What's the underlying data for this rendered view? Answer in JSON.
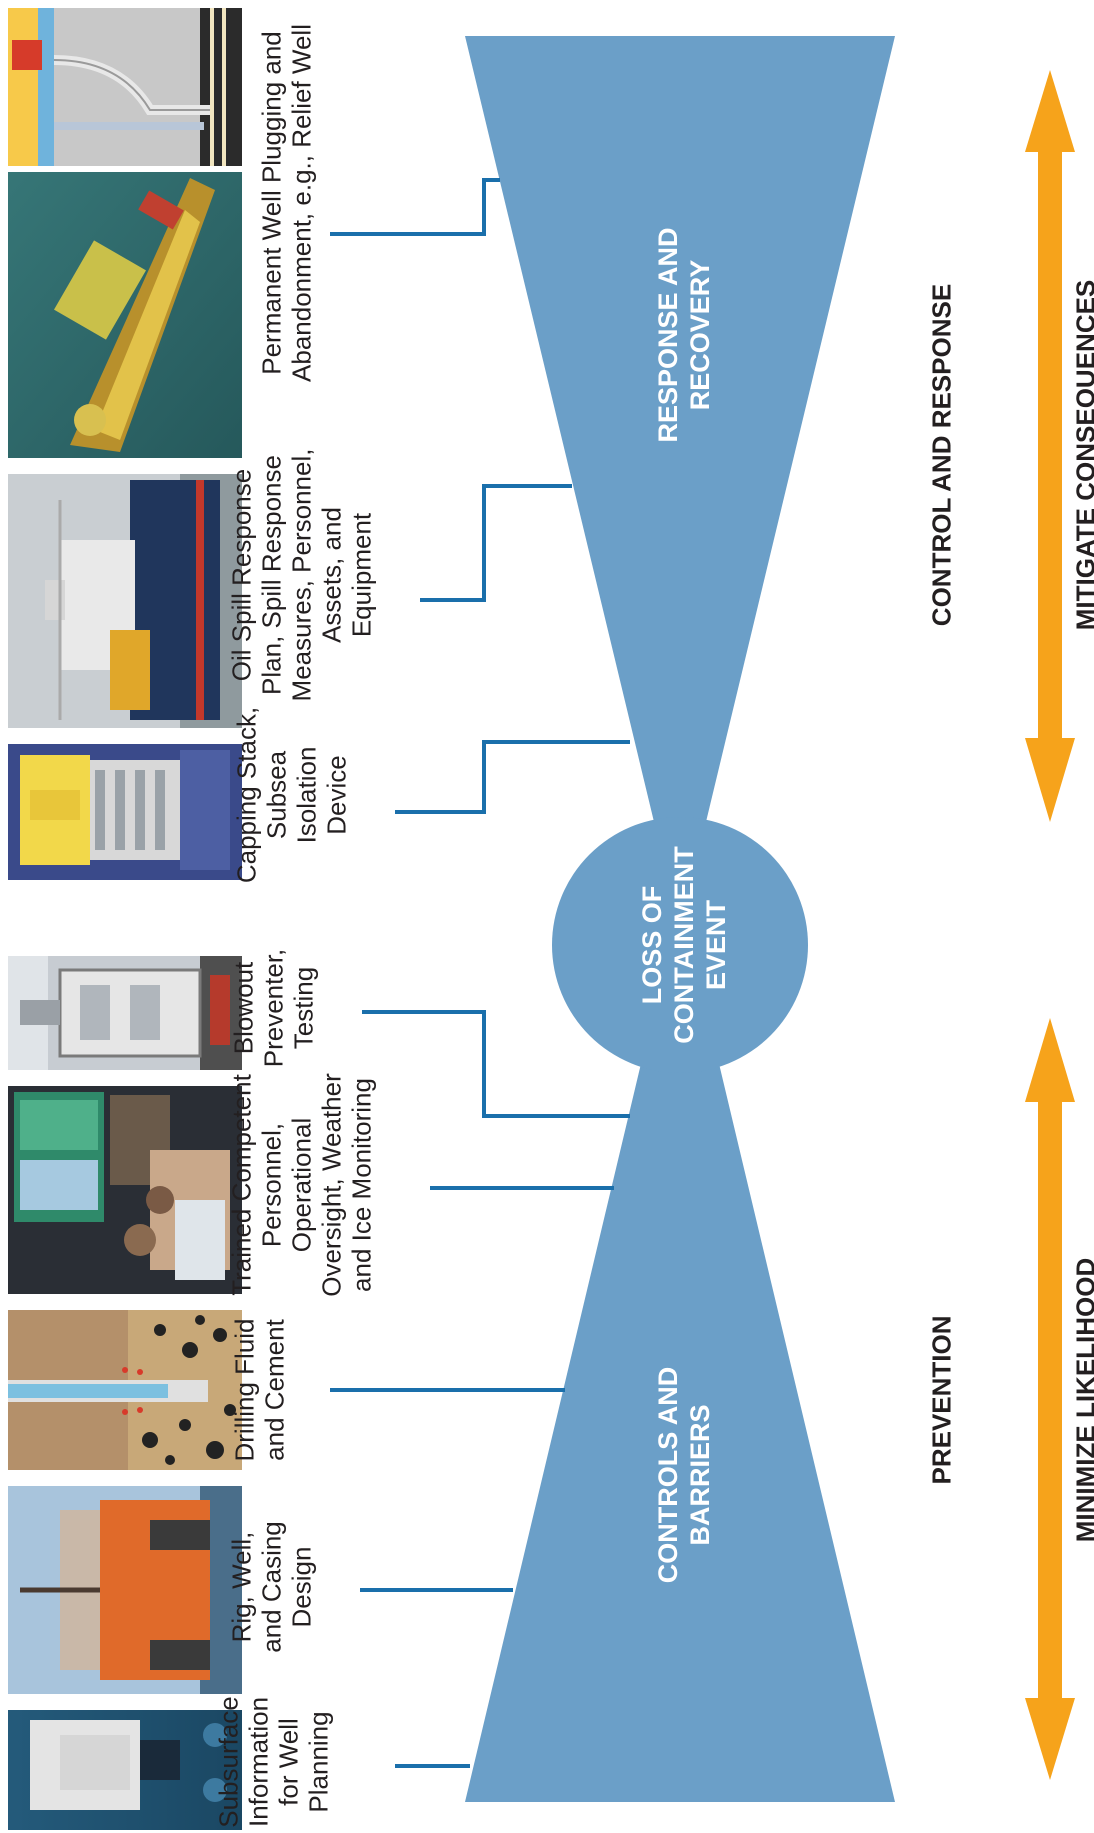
{
  "photos": [
    {
      "name": "photo-relief-well-diagram",
      "scene": "well-diagram"
    },
    {
      "name": "photo-drilling-vessel",
      "scene": "ship-aerial"
    },
    {
      "name": "photo-oil-spill-vessel",
      "scene": "ship-side"
    },
    {
      "name": "photo-capping-stack",
      "scene": "capping"
    },
    {
      "name": "photo-blowout-preventer",
      "scene": "bop"
    },
    {
      "name": "photo-control-room",
      "scene": "control-room"
    },
    {
      "name": "photo-drilling-fluid-cement",
      "scene": "cement"
    },
    {
      "name": "photo-drilling-rig",
      "scene": "rig"
    },
    {
      "name": "photo-survey-vessel",
      "scene": "survey"
    }
  ],
  "labels": [
    {
      "name": "label-relief-well",
      "lines": [
        "Permanent Well Plugging and",
        "Abandonment, e.g., Relief Well"
      ]
    },
    {
      "name": "label-oil-spill-response",
      "lines": [
        "Oil Spill Response",
        "Plan, Spill Response",
        "Measures, Personnel,",
        "Assets, and",
        "Equipment"
      ]
    },
    {
      "name": "label-capping-stack",
      "lines": [
        "Capping Stack,",
        "Subsea",
        "Isolation",
        "Device"
      ]
    },
    {
      "name": "label-blowout-preventer",
      "lines": [
        "Blowout",
        "Preventer,",
        "Testing"
      ]
    },
    {
      "name": "label-trained-personnel",
      "lines": [
        "Trained Competent",
        "Personnel,",
        "Operational",
        "Oversight, Weather",
        "and Ice Monitoring"
      ]
    },
    {
      "name": "label-drilling-fluid",
      "lines": [
        "Drilling Fluid",
        "and Cement"
      ]
    },
    {
      "name": "label-rig-design",
      "lines": [
        "Rig, Well,",
        "and Casing",
        "Design"
      ]
    },
    {
      "name": "label-subsurface-info",
      "lines": [
        "Subsurface",
        "Information",
        "for Well",
        "Planning"
      ]
    }
  ],
  "bowtie": {
    "response_lines": [
      "RESPONSE AND",
      "RECOVERY"
    ],
    "event_lines": [
      "LOSS OF",
      "CONTAINMENT",
      "EVENT"
    ],
    "controls_lines": [
      "CONTROLS AND",
      "BARRIERS"
    ]
  },
  "headings": {
    "control_response": "CONTROL AND RESPONSE",
    "prevention": "PREVENTION",
    "mitigate": "MITIGATE CONSEQUENCES",
    "minimize": "MINIMIZE LIKELIHOOD"
  },
  "colors": {
    "bowtie_fill": "#6b9fc8",
    "connector": "#1a6fab",
    "arrow": "#f6a31b",
    "text": "#231f20"
  }
}
